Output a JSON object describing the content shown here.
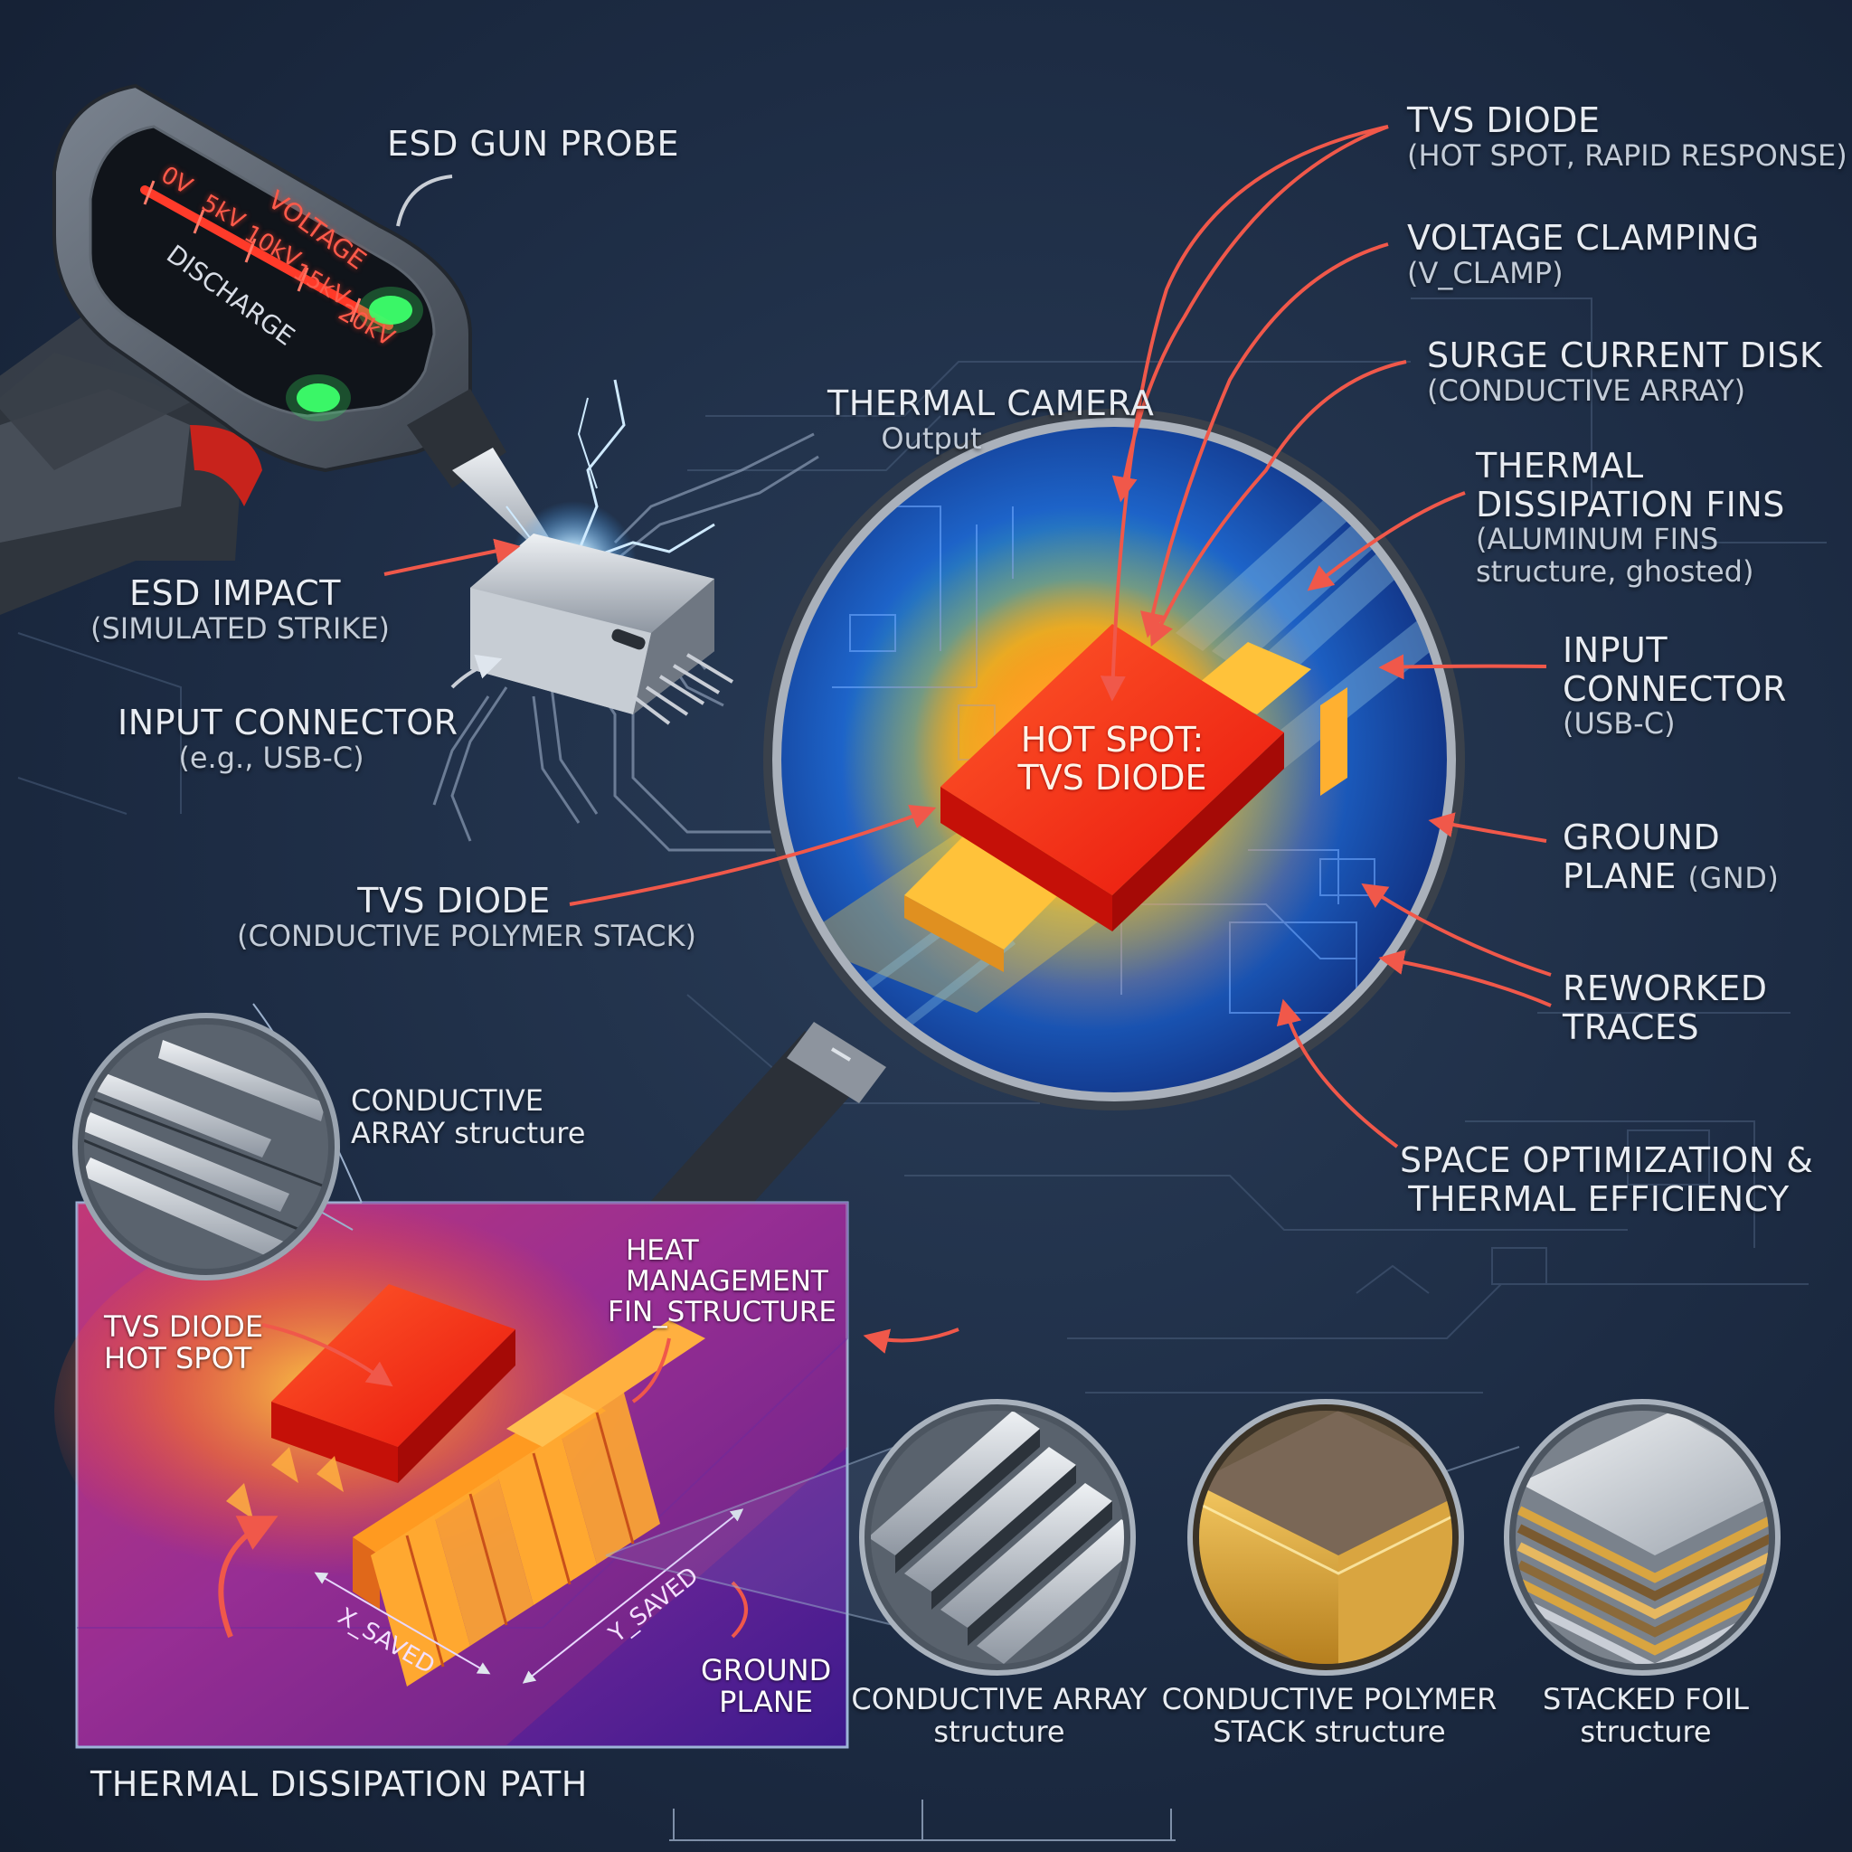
{
  "esd_gun": {
    "label": "ESD GUN PROBE",
    "gauge": {
      "ticks": [
        "0V",
        "5kV",
        "10kV",
        "15kV",
        "20kV"
      ],
      "voltage_label": "VOLTAGE",
      "discharge_label": "DISCHARGE"
    },
    "indicator_color": "#3dff6a",
    "trigger_color": "#c8231c"
  },
  "left_labels": {
    "esd_impact": {
      "title": "ESD IMPACT",
      "sub": "(SIMULATED STRIKE)"
    },
    "input_connector": {
      "title": "INPUT CONNECTOR",
      "sub": "(e.g., USB-C)"
    },
    "tvs_diode": {
      "title": "TVS DIODE",
      "sub": "(CONDUCTIVE POLYMER STACK)"
    }
  },
  "thermal_camera": {
    "title": "THERMAL CAMERA",
    "sub": "Output",
    "hot_spot_line1": "HOT SPOT:",
    "hot_spot_line2": "TVS DIODE"
  },
  "right_labels": [
    {
      "title": "TVS DIODE",
      "sub": "(HOT SPOT, RAPID RESPONSE)"
    },
    {
      "title": "VOLTAGE CLAMPING",
      "sub": "(V_CLAMP)"
    },
    {
      "title": "SURGE CURRENT DISK",
      "sub": "(CONDUCTIVE ARRAY)"
    },
    {
      "title1": "THERMAL",
      "title2": "DISSIPATION FINS",
      "sub1": "(ALUMINUM FINS",
      "sub2": "structure, ghosted)"
    },
    {
      "title1": "INPUT",
      "title2": "CONNECTOR",
      "sub": "(USB-C)"
    },
    {
      "title1": "GROUND",
      "title2": "PLANE",
      "suffix": "(GND)"
    },
    {
      "title1": "REWORKED",
      "title2": "TRACES"
    },
    {
      "title1": "SPACE OPTIMIZATION &",
      "title2": "THERMAL EFFICIENCY"
    }
  ],
  "conductive_array_callout": {
    "title": "CONDUCTIVE",
    "sub_a": "ARRAY",
    "sub_b": "structure"
  },
  "thermal_path": {
    "caption": "THERMAL DISSIPATION PATH",
    "tvs_label1": "TVS DIODE",
    "tvs_label2": "HOT SPOT",
    "heat_label1": "HEAT",
    "heat_label2": "MANAGEMENT",
    "heat_label3": "FIN_STRUCTURE",
    "x_dim": "X_SAVED",
    "y_dim": "Y_SAVED",
    "ground1": "GROUND",
    "ground2": "PLANE"
  },
  "structures": [
    {
      "title": "CONDUCTIVE ARRAY",
      "sub": "structure"
    },
    {
      "title": "CONDUCTIVE POLYMER",
      "sub": "STACK structure"
    },
    {
      "title": "STACKED FOIL",
      "sub": "structure"
    }
  ],
  "colors": {
    "arrow": "#f0584a",
    "background": "#1d2c44",
    "hot": "#ff3a1a",
    "lens_blue": "#1a52b8"
  }
}
